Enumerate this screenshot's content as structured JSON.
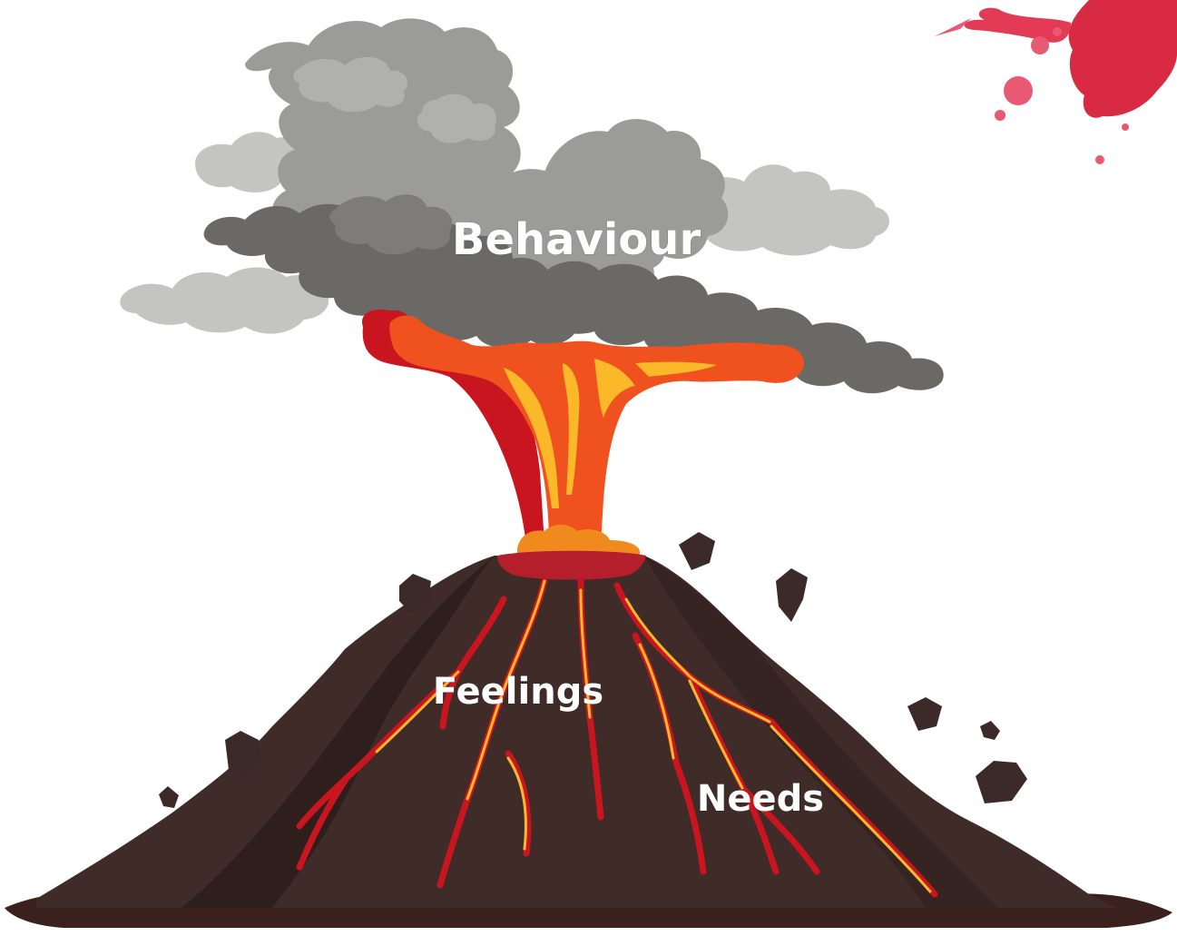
{
  "labels": {
    "top": "Behaviour",
    "middle": "Feelings",
    "bottom": "Needs"
  },
  "colors": {
    "mountain": "#3f2b28",
    "mountain_shadow": "#2e1e1c",
    "ground": "#3a211d",
    "crater_rim": "#b51f2c",
    "lava_red": "#c8151f",
    "lava_orange": "#f0521f",
    "lava_yellow": "#fbb92a",
    "smoke_light": "#c4c4c2",
    "smoke_mid": "#9b9b98",
    "smoke_dark": "#6a6966",
    "splatter": "#e02845",
    "rock": "#3c2a28"
  }
}
